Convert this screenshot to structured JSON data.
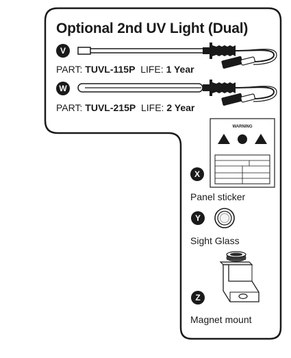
{
  "title": "Optional 2nd UV Light (Dual)",
  "items": [
    {
      "letter": "V",
      "part_label": "PART:",
      "part_number": "TUVL-115P",
      "life_label": "LIFE:",
      "life_value": "1 Year"
    },
    {
      "letter": "W",
      "part_label": "PART:",
      "part_number": "TUVL-215P",
      "life_label": "LIFE:",
      "life_value": "2 Year"
    }
  ],
  "accessories": [
    {
      "letter": "X",
      "caption": "Panel sticker",
      "sticker_text": "WARNING"
    },
    {
      "letter": "Y",
      "caption": "Sight Glass"
    },
    {
      "letter": "Z",
      "caption": "Magnet mount"
    }
  ]
}
